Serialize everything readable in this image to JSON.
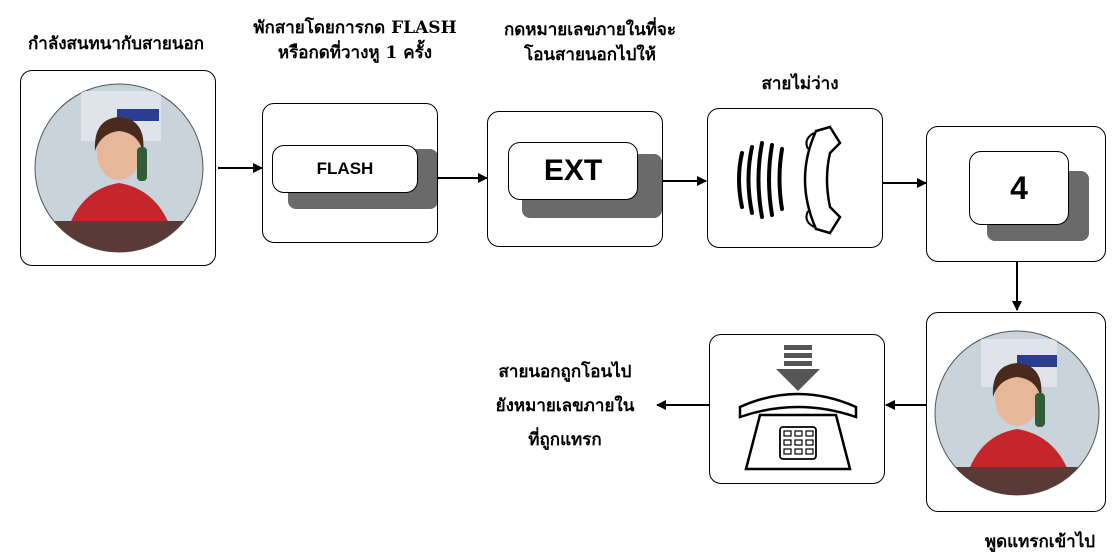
{
  "steps": {
    "talking": {
      "label": "กำลังสนทนากับสายนอก"
    },
    "flash": {
      "label_line1": "พักสายโดยการกด FLASH",
      "label_line2": "หรือกดที่วางหู 1 ครั้ง",
      "key": "FLASH"
    },
    "ext": {
      "label_line1": "กดหมายเลขภายในที่จะ",
      "label_line2": "โอนสายนอกไปให้",
      "key": "EXT"
    },
    "busy": {
      "label": "สายไม่ว่าง"
    },
    "four": {
      "key": "4"
    },
    "intrude": {
      "label": "พูดแทรกเข้าไป"
    },
    "transfer": {
      "label_line1": "สายนอกถูกโอนไป",
      "label_line2": "ยังหมายเลขภายใน",
      "label_line3": "ที่ถูกแทรก"
    }
  },
  "colors": {
    "key_shadow": "#6a6a6a",
    "stroke": "#000000",
    "photo_bg": "#c9d3dc",
    "suit": "#c4262b"
  },
  "icons": [
    "operator-photo",
    "busy-handset-icon",
    "desk-phone-icon",
    "down-arrow-icon"
  ]
}
